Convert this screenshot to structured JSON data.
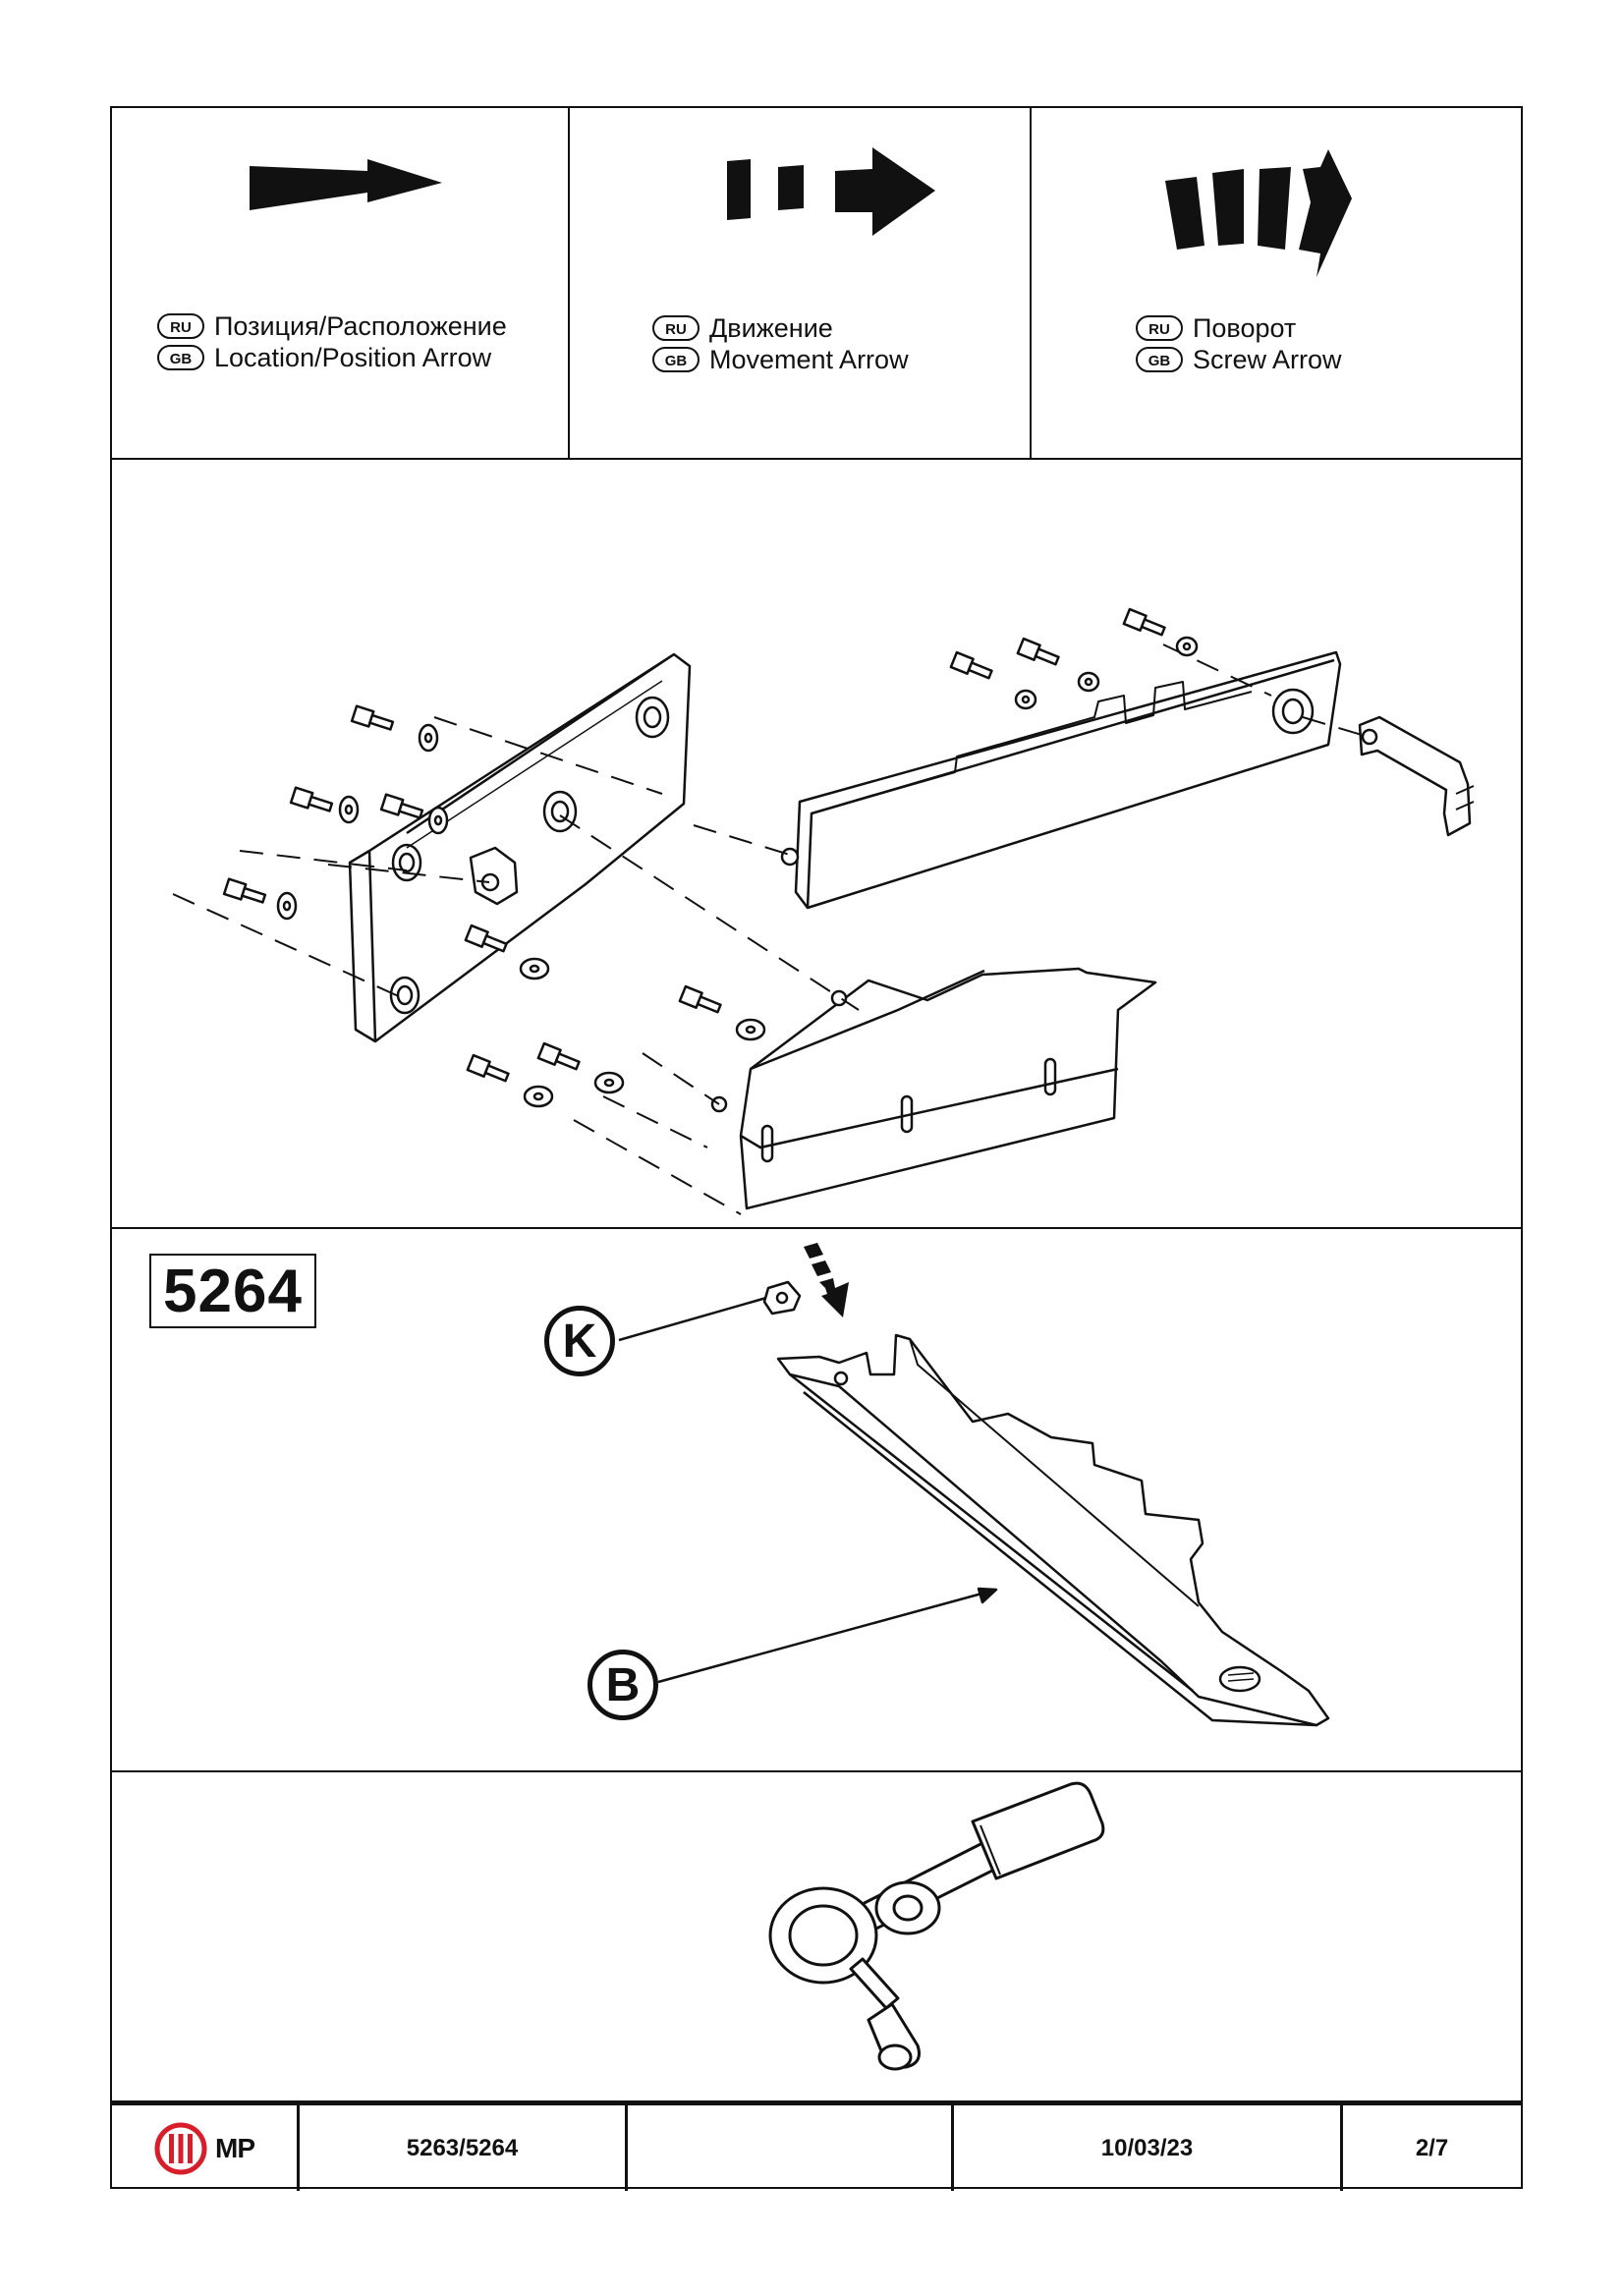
{
  "legend": [
    {
      "ru_badge": "RU",
      "gb_badge": "GB",
      "ru": "Позиция/Расположение",
      "gb": "Location/Position Arrow",
      "icon": "location-arrow-icon"
    },
    {
      "ru_badge": "RU",
      "gb_badge": "GB",
      "ru": "Движение",
      "gb": "Movement Arrow",
      "icon": "movement-arrow-icon"
    },
    {
      "ru_badge": "RU",
      "gb_badge": "GB",
      "ru": "Поворот",
      "gb": "Screw Arrow",
      "icon": "screw-arrow-icon"
    }
  ],
  "step": {
    "part_number": "5264",
    "callouts": {
      "k": "K",
      "b": "B"
    }
  },
  "tool": {
    "icon": "ratchet-wrench-icon"
  },
  "footer": {
    "logo_icon": "mp-logo-icon",
    "logo_text": "MP",
    "doc_number": "5263/5264",
    "blank": "",
    "date": "10/03/23",
    "page": "2/7"
  },
  "colors": {
    "ink": "#111111",
    "logo_red": "#d81e2a",
    "paper": "#ffffff"
  }
}
